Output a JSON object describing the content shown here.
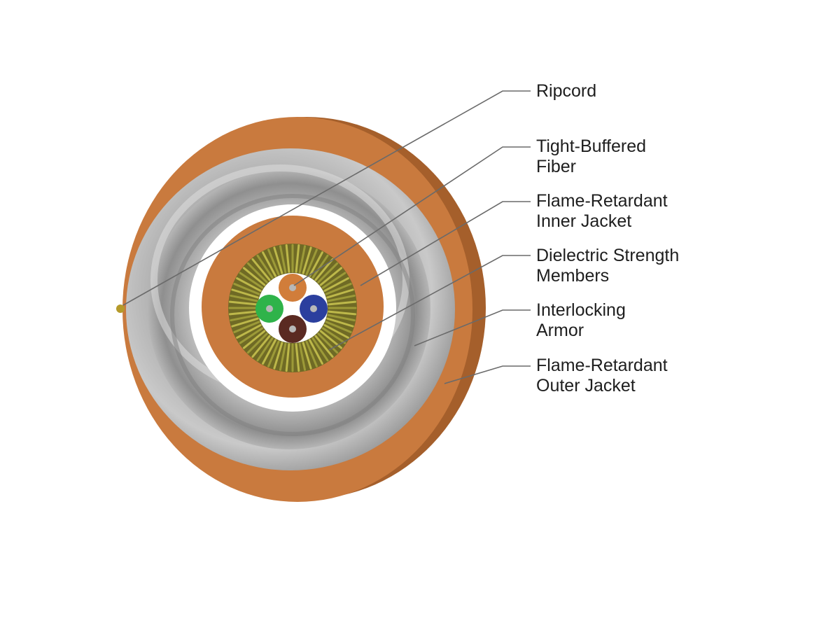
{
  "diagram": {
    "callouts": [
      {
        "id": "ripcord",
        "lines": [
          "Ripcord"
        ]
      },
      {
        "id": "tight-buffered-fiber",
        "lines": [
          "Tight-Buffered",
          "Fiber"
        ]
      },
      {
        "id": "inner-jacket",
        "lines": [
          "Flame-Retardant",
          "Inner Jacket"
        ]
      },
      {
        "id": "strength-members",
        "lines": [
          "Dielectric Strength",
          "Members"
        ]
      },
      {
        "id": "interlocking-armor",
        "lines": [
          "Interlocking",
          "Armor"
        ]
      },
      {
        "id": "outer-jacket",
        "lines": [
          "Flame-Retardant",
          "Outer Jacket"
        ]
      }
    ],
    "colors": {
      "outer_jacket": "#c97a3e",
      "outer_jacket_edge": "#9e5a28",
      "armor": "#9a9a9a",
      "armor_light": "#c8c8c8",
      "inner_jacket": "#c97a3e",
      "strength_members": "#8a8a2a",
      "fiber_orange": "#d17d3a",
      "fiber_green": "#2fb34a",
      "fiber_blue": "#2b3f9e",
      "fiber_brown": "#5a2a22",
      "fiber_core": "#b8b8b8",
      "ripcord": "#b59a2a",
      "leader": "#6a6a6a"
    }
  }
}
